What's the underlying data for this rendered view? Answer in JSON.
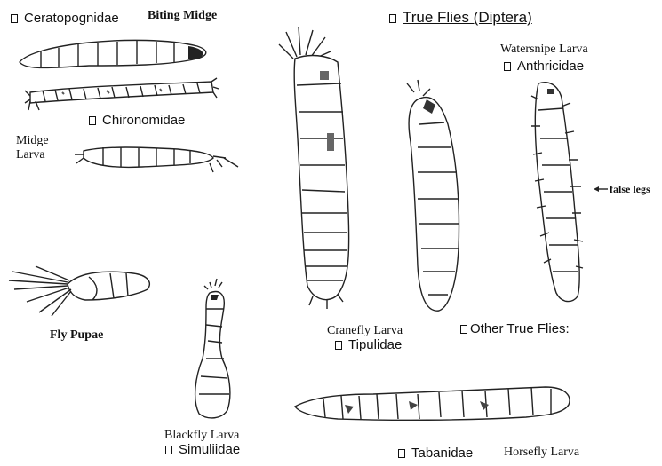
{
  "header": {
    "checkbox": "☐",
    "title": "True Flies (Diptera)"
  },
  "labels": {
    "ceratopognidae": "Ceratopognidae",
    "biting_midge": "Biting Midge",
    "chironomidae": "Chironomidae",
    "midge_larva": "Midge\nLarva",
    "watersnipe_larva": "Watersnipe Larva",
    "anthricidae": "Anthricidae",
    "false_legs": "false legs",
    "fly_pupae": "Fly Pupae",
    "cranefly_larva": "Cranefly Larva",
    "tipulidae": "Tipulidae",
    "other_true_flies": "Other True Flies:",
    "blackfly_larva": "Blackfly Larva",
    "simuliidae": "Simuliidae",
    "tabanidae": "Tabanidae",
    "horsefly_larva": "Horsefly Larva"
  },
  "colors": {
    "ink": "#222222",
    "background": "#ffffff"
  }
}
